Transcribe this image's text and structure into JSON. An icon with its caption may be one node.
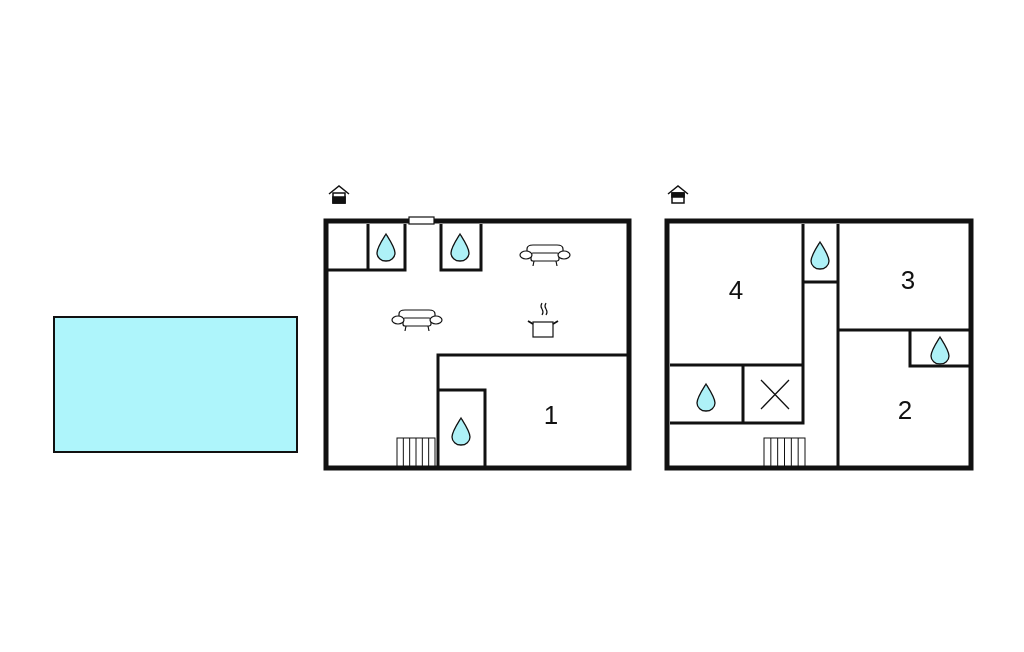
{
  "diagram": {
    "nodes": [
      {
        "text": [
          "1"
        ]
      },
      {
        "text": [
          "4"
        ]
      },
      {
        "text": [
          "3"
        ]
      },
      {
        "text": [
          "2"
        ]
      }
    ]
  }
}
